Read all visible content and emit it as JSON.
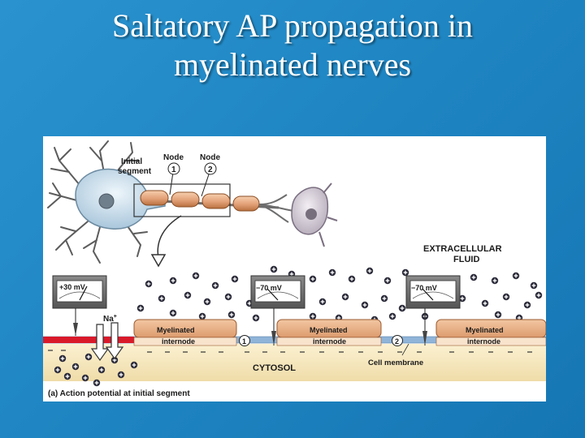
{
  "title": {
    "line1": "Saltatory AP propagation in",
    "line2": "myelinated nerves"
  },
  "figure": {
    "labels": {
      "initial_segment_line1": "Initial",
      "initial_segment_line2": "segment",
      "node_1": "Node",
      "node_2": "Node",
      "node_1_number": "1",
      "node_2_number": "2",
      "extracellular_line1": "EXTRACELLULAR",
      "extracellular_line2": "FLUID",
      "cytosol": "CYTOSOL",
      "cell_membrane": "Cell membrane",
      "sodium": "Na",
      "sodium_superscript": "+",
      "internode_line1": "Myelinated",
      "internode_line2": "internode",
      "caption": "(a) Action potential at initial segment"
    },
    "meters": [
      {
        "reading": "+30 mV"
      },
      {
        "reading": "−70 mV"
      },
      {
        "reading": "−70 mV"
      }
    ],
    "colors": {
      "myelin": "#e9b088",
      "myelin_dark": "#c9814f",
      "axon_membrane": "#8fb4d8",
      "depolarized": "#d91a2a",
      "cytosol": "#f6e9bf",
      "neuron_body": "#c7dbe8"
    }
  }
}
